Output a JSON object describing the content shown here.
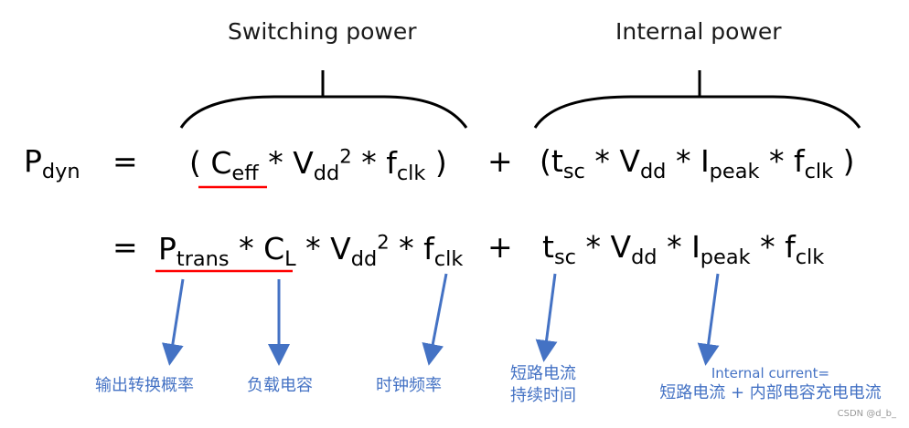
{
  "headings": {
    "switching": "Switching power",
    "internal": "Internal power"
  },
  "row1": {
    "lhs": {
      "base": "P",
      "sub": "dyn"
    },
    "eq": "=",
    "open1": "(",
    "c": {
      "base": "C",
      "sub": "eff"
    },
    "star1": "*",
    "v": {
      "base": "V",
      "sub": "dd",
      "sup": "2"
    },
    "star2": "*",
    "f": {
      "base": "f",
      "sub": "clk"
    },
    "close1": ")",
    "plus": "+",
    "open2": "(",
    "t": {
      "base": "t",
      "sub": "sc"
    },
    "star3": "*",
    "v2": {
      "base": "V",
      "sub": "dd"
    },
    "star4": "*",
    "i": {
      "base": "I",
      "sub": "peak"
    },
    "star5": "*",
    "f2": {
      "base": "f",
      "sub": "clk"
    },
    "close2": ")"
  },
  "row2": {
    "eq": "=",
    "p": {
      "base": "P",
      "sub": "trans"
    },
    "star1": "*",
    "c": {
      "base": "C",
      "sub": "L"
    },
    "star2": "*",
    "v": {
      "base": "V",
      "sub": "dd",
      "sup": "2"
    },
    "star3": "*",
    "f": {
      "base": "f",
      "sub": "clk"
    },
    "plus": "+",
    "t": {
      "base": "t",
      "sub": "sc"
    },
    "star4": "*",
    "v2": {
      "base": "V",
      "sub": "dd"
    },
    "star5": "*",
    "i": {
      "base": "I",
      "sub": "peak"
    },
    "star6": "*",
    "f2": {
      "base": "f",
      "sub": "clk"
    }
  },
  "annotations": {
    "ptrans": "输出转换概率",
    "cl": "负载电容",
    "fclk": "时钟频率",
    "tsc_line1": "短路电流",
    "tsc_line2": "持续时间",
    "ipeak_line1": "Internal current=",
    "ipeak_line2": "短路电流 + 内部电容充电电流"
  },
  "watermark": "CSDN @d_b_",
  "colors": {
    "arrow": "#4472c4",
    "underline": "#ff0000",
    "annotation_text": "#4472c4"
  }
}
